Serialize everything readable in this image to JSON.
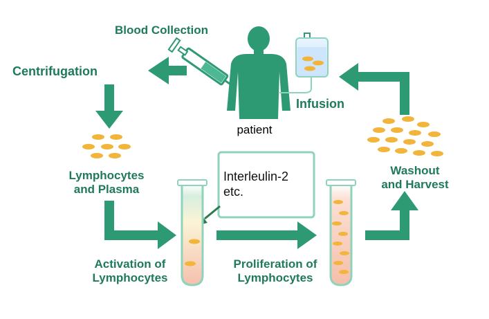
{
  "colors": {
    "teal": "#2e9a74",
    "teal_dark": "#1f7a5a",
    "pellet": "#f2b43a",
    "tube_pink": "#f5c9b7",
    "tube_green": "#cfe9d8",
    "box_border": "#8fd3bd"
  },
  "labels": {
    "blood_collection": "Blood Collection",
    "centrifugation": "Centrifugation",
    "infusion": "Infusion",
    "patient": "patient",
    "lymphocytes_plasma": [
      "Lymphocytes",
      "and Plasma"
    ],
    "interleukin": [
      "Interleulin-2",
      "etc."
    ],
    "washout_harvest": [
      "Washout",
      "and Harvest"
    ],
    "activation": [
      "Activation of",
      "Lymphocytes"
    ],
    "proliferation": [
      "Proliferation of",
      "Lymphocytes"
    ]
  },
  "icons": [
    "syringe-icon",
    "patient-silhouette-icon",
    "iv-bag-icon",
    "test-tube-icon"
  ]
}
